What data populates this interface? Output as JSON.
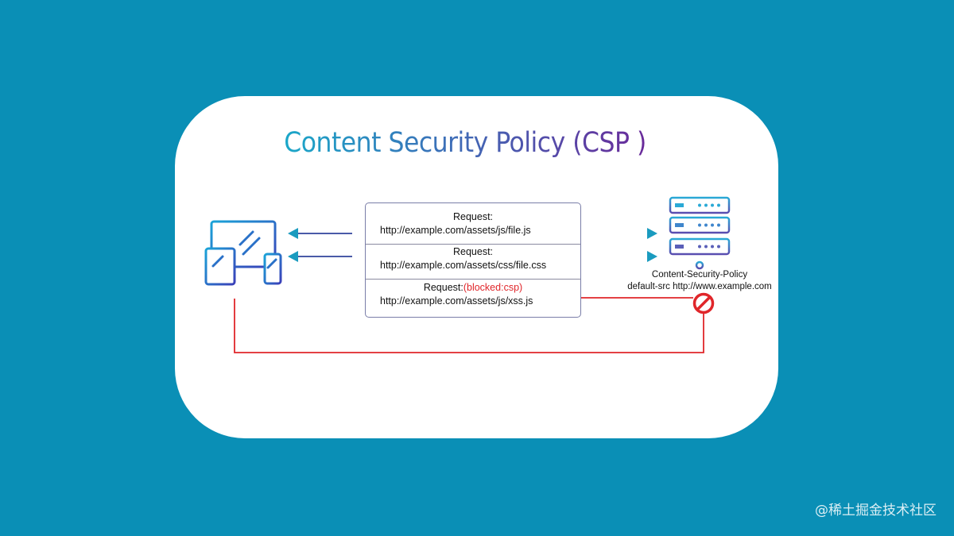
{
  "title": "Content Security Policy (CSP )",
  "requests": [
    {
      "label": "Request:",
      "status": "",
      "url": "http://example.com/assets/js/file.js"
    },
    {
      "label": "Request:",
      "status": "",
      "url": "http://example.com/assets/css/file.css"
    },
    {
      "label": "Request:",
      "status": "(blocked:csp)",
      "url": "http://example.com/assets/js/xss.js"
    }
  ],
  "server": {
    "header_name": "Content-Security-Policy",
    "header_value": "default-src http://www.example.com"
  },
  "icons": {
    "client": "devices-icon",
    "server": "server-rack-icon",
    "blocked": "no-entry-icon"
  },
  "colors": {
    "background": "#0a8fb6",
    "arrow": "#1a9bbf",
    "blocked": "#e0262a",
    "device_stroke": "#2f6fd0",
    "server_stroke": "#5a6fc0"
  },
  "watermark": "@稀土掘金技术社区"
}
